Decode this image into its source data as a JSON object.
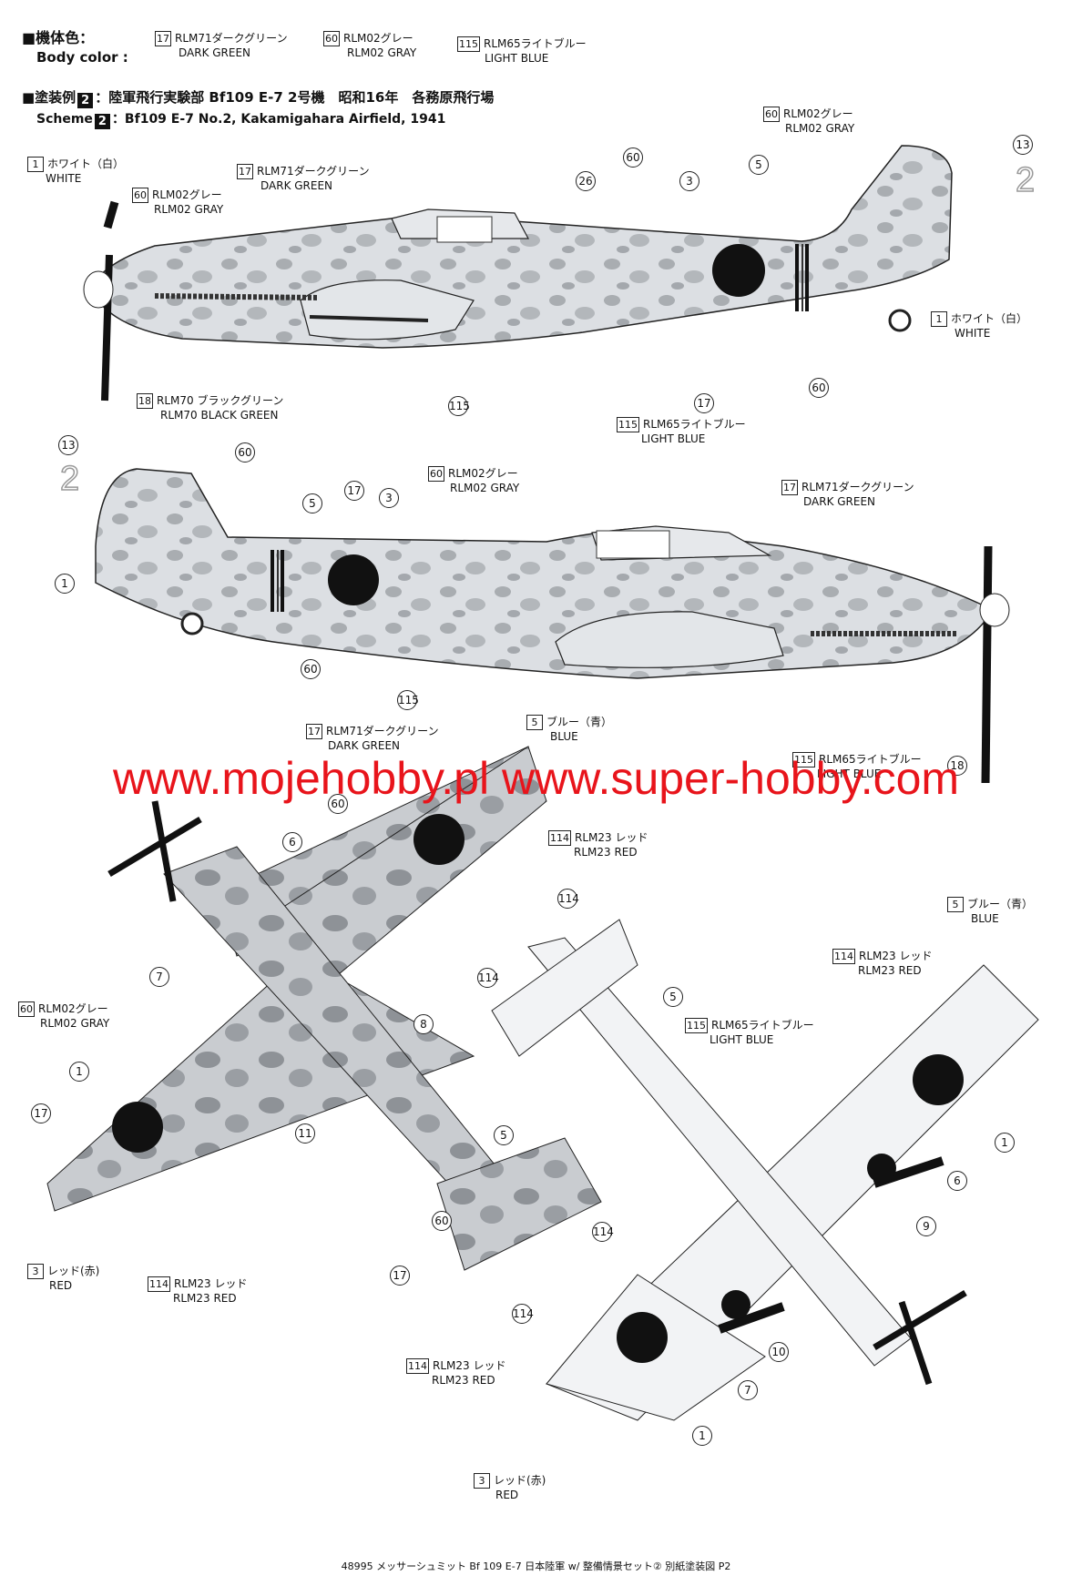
{
  "header": {
    "body_color_jp": "■機体色：",
    "body_color_en": "Body color :",
    "swatches": [
      {
        "num": "17",
        "jp": "RLM71ダークグリーン",
        "en": "DARK GREEN"
      },
      {
        "num": "60",
        "jp": "RLM02グレー",
        "en": "RLM02 GRAY"
      },
      {
        "num": "115",
        "jp": "RLM65ライトブルー",
        "en": "LIGHT BLUE"
      }
    ],
    "scheme_prefix_jp": "■塗装例",
    "scheme_num": "2",
    "scheme_title_jp": "：陸軍飛行実験部 Bf109 E-7 2号機　昭和16年　各務原飛行場",
    "scheme_prefix_en": "Scheme",
    "scheme_title_en": "：Bf109 E-7 No.2, Kakamigahara Airfield, 1941"
  },
  "callouts": {
    "c1": {
      "num": "1",
      "jp": "ホワイト（白）",
      "en": "WHITE"
    },
    "c2": {
      "num": "17",
      "jp": "RLM71ダークグリーン",
      "en": "DARK GREEN"
    },
    "c3": {
      "num": "60",
      "jp": "RLM02グレー",
      "en": "RLM02 GRAY"
    },
    "c4": {
      "num": "60",
      "jp": "RLM02グレー",
      "en": "RLM02 GRAY"
    },
    "c5": {
      "num": "1",
      "jp": "ホワイト（白）",
      "en": "WHITE"
    },
    "c6": {
      "num": "18",
      "jp": "RLM70 ブラックグリーン",
      "en": "RLM70 BLACK GREEN"
    },
    "c7": {
      "num": "115",
      "jp": "RLM65ライトブルー",
      "en": "LIGHT BLUE"
    },
    "c8": {
      "num": "60",
      "jp": "RLM02グレー",
      "en": "RLM02 GRAY"
    },
    "c9": {
      "num": "17",
      "jp": "RLM71ダークグリーン",
      "en": "DARK GREEN"
    },
    "c10": {
      "num": "115",
      "jp": "RLM65ライトブルー",
      "en": "LIGHT BLUE"
    },
    "c11": {
      "num": "17",
      "jp": "RLM71ダークグリーン",
      "en": "DARK GREEN"
    },
    "c12": {
      "num": "5",
      "jp": "ブルー（青）",
      "en": "BLUE"
    },
    "c13": {
      "num": "114",
      "jp": "RLM23 レッド",
      "en": "RLM23 RED"
    },
    "c14": {
      "num": "60",
      "jp": "RLM02グレー",
      "en": "RLM02 GRAY"
    },
    "c15": {
      "num": "3",
      "jp": "レッド(赤)",
      "en": "RED"
    },
    "c16": {
      "num": "114",
      "jp": "RLM23 レッド",
      "en": "RLM23 RED"
    },
    "c17": {
      "num": "5",
      "jp": "ブルー（青）",
      "en": "BLUE"
    },
    "c18": {
      "num": "114",
      "jp": "RLM23 レッド",
      "en": "RLM23 RED"
    },
    "c19": {
      "num": "115",
      "jp": "RLM65ライトブルー",
      "en": "LIGHT BLUE"
    },
    "c20": {
      "num": "114",
      "jp": "RLM23 レッド",
      "en": "RLM23 RED"
    },
    "c21": {
      "num": "3",
      "jp": "レッド(赤)",
      "en": "RED"
    }
  },
  "markers": {
    "m_26": "26",
    "m_60a": "60",
    "m_3a": "3",
    "m_5a": "5",
    "m_13a": "13",
    "m_60b": "60",
    "m_17a": "17",
    "m_115a": "115",
    "m_13b": "13",
    "m_60c": "60",
    "m_5b": "5",
    "m_17b": "17",
    "m_3b": "3",
    "m_1b": "1",
    "m_60d": "60",
    "m_115b": "115",
    "m_18b": "18",
    "m_60e": "60",
    "m_6a": "6",
    "m_7a": "7",
    "m_1c": "1",
    "m_17c": "17",
    "m_8a": "8",
    "m_11a": "11",
    "m_5c": "5",
    "m_60f": "60",
    "m_17d": "17",
    "m_114a": "114",
    "m_114b": "114",
    "m_114c": "114",
    "m_114d": "114",
    "m_5d": "5",
    "m_1d": "1",
    "m_6b": "6",
    "m_9a": "9",
    "m_10a": "10",
    "m_7b": "7",
    "m_1e": "1",
    "tail_2a": "2",
    "tail_2b": "2"
  },
  "watermark": "www.mojehobby.pl www.super-hobby.com",
  "footer": "48995 メッサーシュミット Bf 109 E-7 日本陸軍 w/ 整備情景セット② 別紙塗装図 P2",
  "colors": {
    "watermark": "#e8141b",
    "hinomaru": "#111111",
    "light_blue": "#d9dde2",
    "gray_mottle": "#a9adb1",
    "dark": "#2a2a2a"
  }
}
